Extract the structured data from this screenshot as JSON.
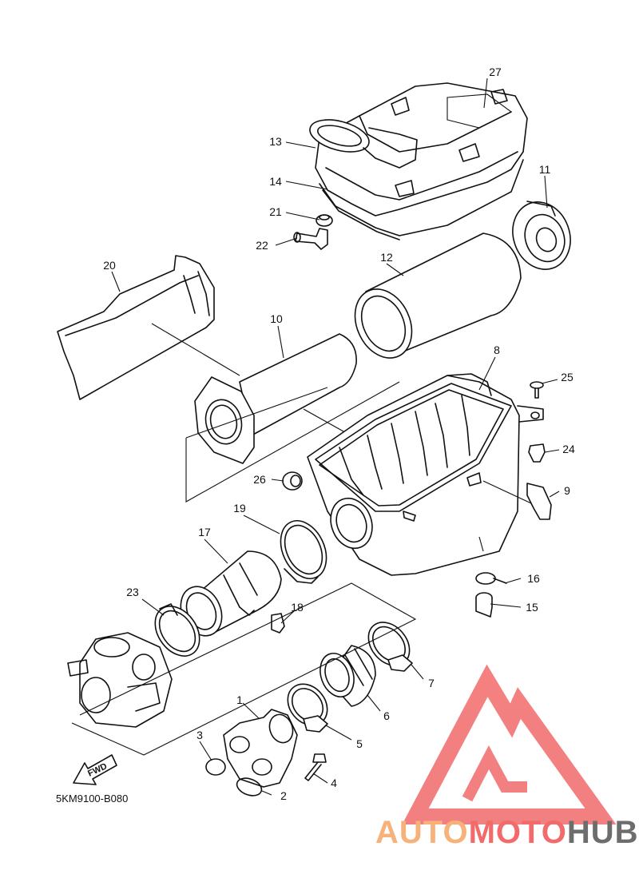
{
  "diagram": {
    "drawing_code": "5KM9100-B080",
    "fwd_label": "FWD",
    "callouts": [
      {
        "id": "c1",
        "label": "1"
      },
      {
        "id": "c2",
        "label": "2"
      },
      {
        "id": "c3",
        "label": "3"
      },
      {
        "id": "c4",
        "label": "4"
      },
      {
        "id": "c5",
        "label": "5"
      },
      {
        "id": "c6",
        "label": "6"
      },
      {
        "id": "c7",
        "label": "7"
      },
      {
        "id": "c8",
        "label": "8"
      },
      {
        "id": "c9",
        "label": "9"
      },
      {
        "id": "c10",
        "label": "10"
      },
      {
        "id": "c11",
        "label": "11"
      },
      {
        "id": "c12",
        "label": "12"
      },
      {
        "id": "c13",
        "label": "13"
      },
      {
        "id": "c14",
        "label": "14"
      },
      {
        "id": "c15",
        "label": "15"
      },
      {
        "id": "c16",
        "label": "16"
      },
      {
        "id": "c17",
        "label": "17"
      },
      {
        "id": "c18",
        "label": "18"
      },
      {
        "id": "c19",
        "label": "19"
      },
      {
        "id": "c20",
        "label": "20"
      },
      {
        "id": "c21",
        "label": "21"
      },
      {
        "id": "c22",
        "label": "22"
      },
      {
        "id": "c23",
        "label": "23"
      },
      {
        "id": "c24",
        "label": "24"
      },
      {
        "id": "c25",
        "label": "25"
      },
      {
        "id": "c26",
        "label": "26"
      },
      {
        "id": "c27",
        "label": "27"
      }
    ]
  },
  "watermark": {
    "part1": "AUTO",
    "part2": "MOTO",
    "part3": "HUB",
    "color_primary": "#f26a6a",
    "color_secondary": "#f7b27a",
    "color_dark": "#6d6d6d"
  }
}
